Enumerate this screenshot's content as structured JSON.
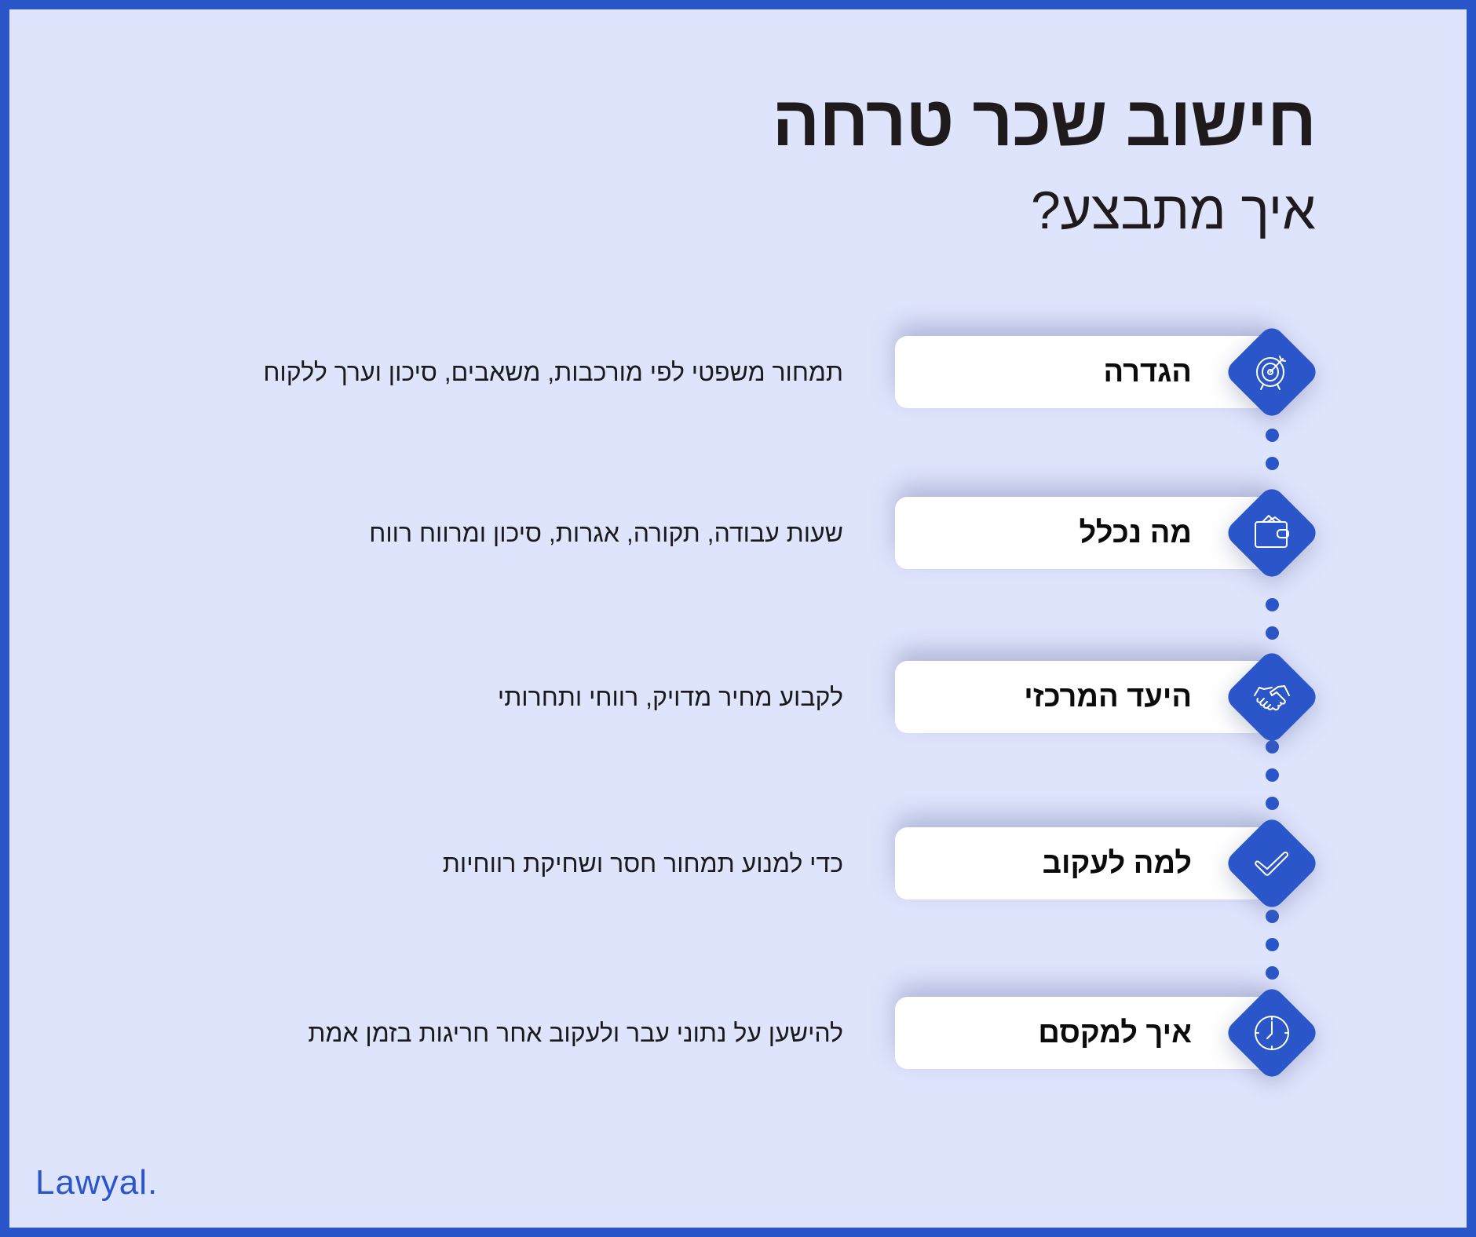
{
  "header": {
    "title": "חישוב שכר טרחה",
    "subtitle": "איך מתבצע?"
  },
  "items": [
    {
      "label": "הגדרה",
      "description": "תמחור משפטי לפי מורכבות, משאבים, סיכון וערך ללקוח",
      "icon": "target-icon"
    },
    {
      "label": "מה נכלל",
      "description": "שעות עבודה, תקורה, אגרות, סיכון ומרווח רווח",
      "icon": "wallet-icon"
    },
    {
      "label": "היעד המרכזי",
      "description": "לקבוע מחיר מדויק, רווחי ותחרותי",
      "icon": "handshake-icon"
    },
    {
      "label": "למה לעקוב",
      "description": "כדי למנוע תמחור חסר ושחיקת רווחיות",
      "icon": "checkmark-icon"
    },
    {
      "label": "איך למקסם",
      "description": "להישען על נתוני עבר ולעקוב אחר חריגות בזמן אמת",
      "icon": "clock-icon"
    }
  ],
  "brand": {
    "logo_text": "Lawyal."
  },
  "colors": {
    "accent": "#2b56c9",
    "background": "#dfe4fd",
    "card": "#ffffff",
    "text": "#1f1b1c"
  }
}
